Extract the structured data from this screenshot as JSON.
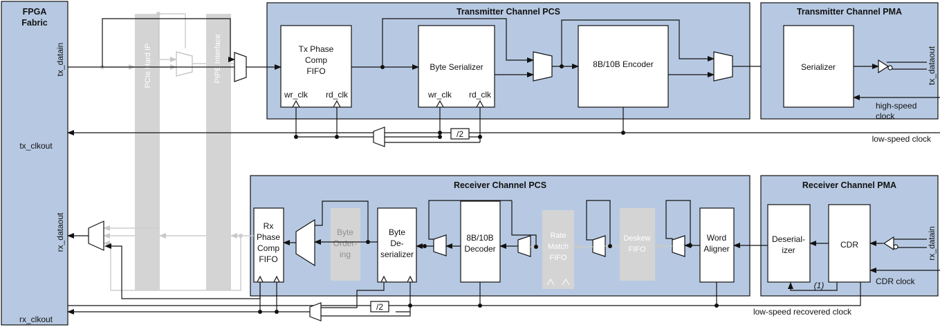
{
  "fabric": {
    "title_line1": "FPGA",
    "title_line2": "Fabric",
    "tx_datain": "tx_datain",
    "tx_clkout": "tx_clkout",
    "rx_dataout": "rx_dataout",
    "rx_clkout": "rx_clkout"
  },
  "pcie_hard_ip": "PCIe Hard IP",
  "pipe_interface": "PIPE Interface",
  "tx_pcs": {
    "title": "Transmitter Channel PCS",
    "phase_comp_fifo": [
      "Tx Phase",
      "Comp",
      "FIFO"
    ],
    "wr_clk": "wr_clk",
    "rd_clk": "rd_clk",
    "byte_serializer": "Byte Serializer",
    "encoder": "8B/10B Encoder"
  },
  "tx_pma": {
    "title": "Transmitter Channel PMA",
    "serializer": "Serializer",
    "tx_dataout": "tx_dataout",
    "high_speed_clock": [
      "high-speed",
      "clock"
    ]
  },
  "clocks": {
    "div2": "/2",
    "low_speed_clock": "low-speed clock",
    "cdr_clock": "CDR clock",
    "low_speed_recovered_clock": "low-speed recovered clock"
  },
  "rx_pcs": {
    "title": "Receiver Channel PCS",
    "phase_comp_fifo": [
      "Rx",
      "Phase",
      "Comp",
      "FIFO"
    ],
    "byte_ordering": [
      "Byte",
      "Order-",
      "ing"
    ],
    "byte_deserializer": [
      "Byte",
      "De-",
      "serializer"
    ],
    "decoder": [
      "8B/10B",
      "Decoder"
    ],
    "rate_match_fifo": [
      "Rate",
      "Match",
      "FIFO"
    ],
    "deskew_fifo": [
      "Deskew",
      "FIFO"
    ],
    "word_aligner": [
      "Word",
      "Aligner"
    ]
  },
  "rx_pma": {
    "title": "Receiver Channel PMA",
    "deserializer": [
      "Deserial-",
      "izer"
    ],
    "cdr": "CDR",
    "rx_datain": "rx_datain",
    "note": "(1)"
  }
}
